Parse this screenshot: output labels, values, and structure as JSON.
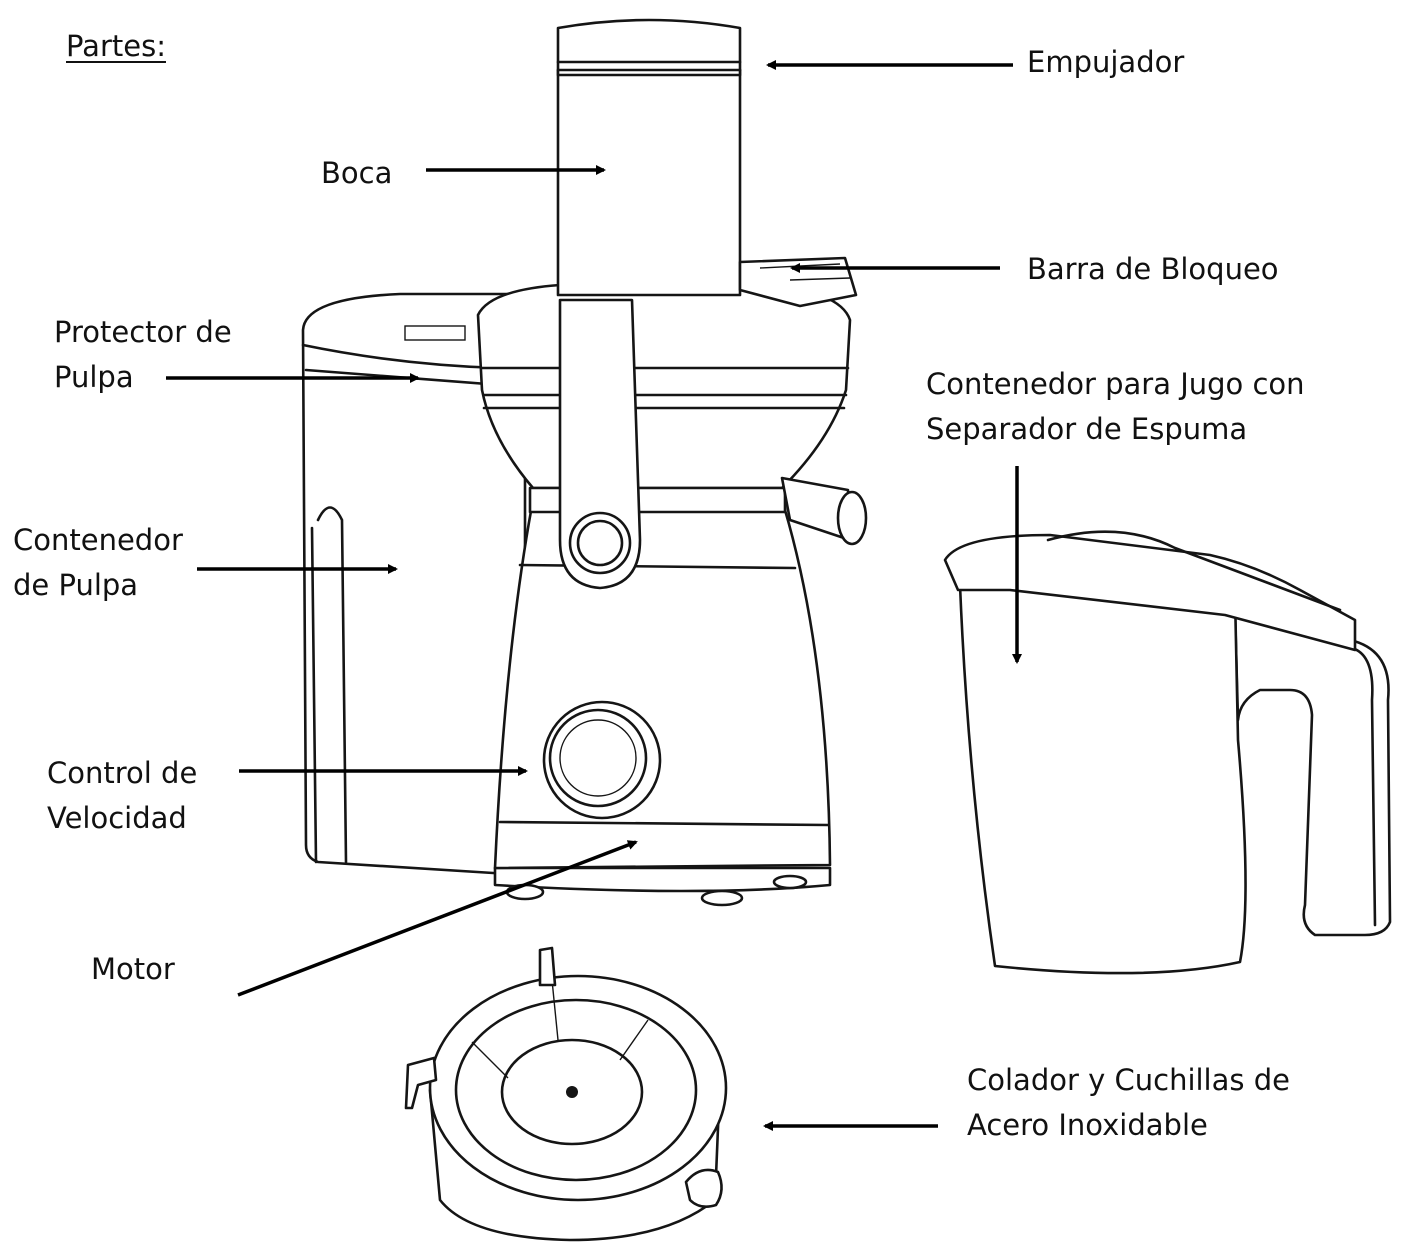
{
  "heading": "Partes:",
  "labels": {
    "empujador": "Empujador",
    "boca": "Boca",
    "barra": "Barra de Bloqueo",
    "protector_l1": "Protector de",
    "protector_l2": "Pulpa",
    "contenedor_jugo_l1": "Contenedor para Jugo con",
    "contenedor_jugo_l2": "Separador de Espuma",
    "contenedor_pulpa_l1": "Contenedor",
    "contenedor_pulpa_l2": "de Pulpa",
    "control_l1": "Control de",
    "control_l2": "Velocidad",
    "motor": "Motor",
    "colador_l1": "Colador y Cuchillas de",
    "colador_l2": "Acero Inoxidable"
  },
  "colors": {
    "line": "#151515",
    "text": "#111111",
    "background": "#ffffff"
  }
}
